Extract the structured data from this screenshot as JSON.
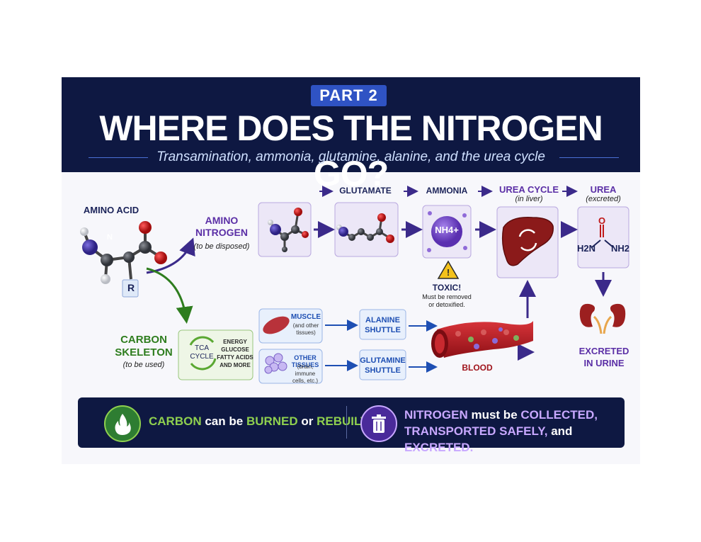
{
  "header": {
    "badge": "PART 2",
    "title": "WHERE DOES THE NITROGEN GO?",
    "subtitle": "Transamination, ammonia, glutamine, alanine, and the urea cycle"
  },
  "left": {
    "amino_acid": "AMINO ACID",
    "n_atom": "N",
    "r_group": "R",
    "amino_nitrogen": [
      "AMINO",
      "NITROGEN"
    ],
    "amino_nitrogen_note": "(to be disposed)",
    "carbon_skeleton": [
      "CARBON",
      "SKELETON"
    ],
    "carbon_note": "(to be used)"
  },
  "pathway": {
    "glutamate": "GLUTAMATE",
    "ammonia": "AMMONIA",
    "nh4": "NH4+",
    "urea_cycle": "UREA CYCLE",
    "urea_cycle_note": "(in liver)",
    "urea": "UREA",
    "urea_note": "(excreted)",
    "urea_o": "O",
    "urea_h2n": "H2N",
    "urea_nh2": "NH2",
    "warning_symbol": "!",
    "toxic": "TOXIC!",
    "toxic_note": [
      "Must be removed",
      "or detoxified."
    ],
    "excreted": [
      "EXCRETED",
      "IN URINE"
    ]
  },
  "tca": {
    "cycle": [
      "TCA",
      "CYCLE"
    ],
    "products": [
      "ENERGY",
      "GLUCOSE",
      "FATTY ACIDS",
      "AND MORE"
    ]
  },
  "tissues": {
    "muscle": "MUSCLE",
    "muscle_note": [
      "(and other",
      "tissues)"
    ],
    "other": "OTHER TISSUES",
    "other_note": [
      "(brain, immune",
      "cells, etc.)"
    ],
    "alanine": [
      "ALANINE",
      "SHUTTLE"
    ],
    "glutamine": [
      "GLUTAMINE",
      "SHUTTLE"
    ],
    "blood": "BLOOD"
  },
  "footer": {
    "carbon": "CARBON",
    "can_be": "can be",
    "burned": "BURNED",
    "or": "or",
    "rebuilt": "REBUILT.",
    "nitrogen": "NITROGEN",
    "must_be": "must be",
    "collected": "COLLECTED,",
    "transported": "TRANSPORTED SAFELY,",
    "and": "and",
    "excreted": "EXCRETED."
  },
  "colors": {
    "navy": "#0e1842",
    "badge_blue": "#2f53c4",
    "purple": "#5b2fa6",
    "green": "#2e7d1e",
    "lime": "#8fd04f",
    "lavender": "#c8a8ff"
  }
}
